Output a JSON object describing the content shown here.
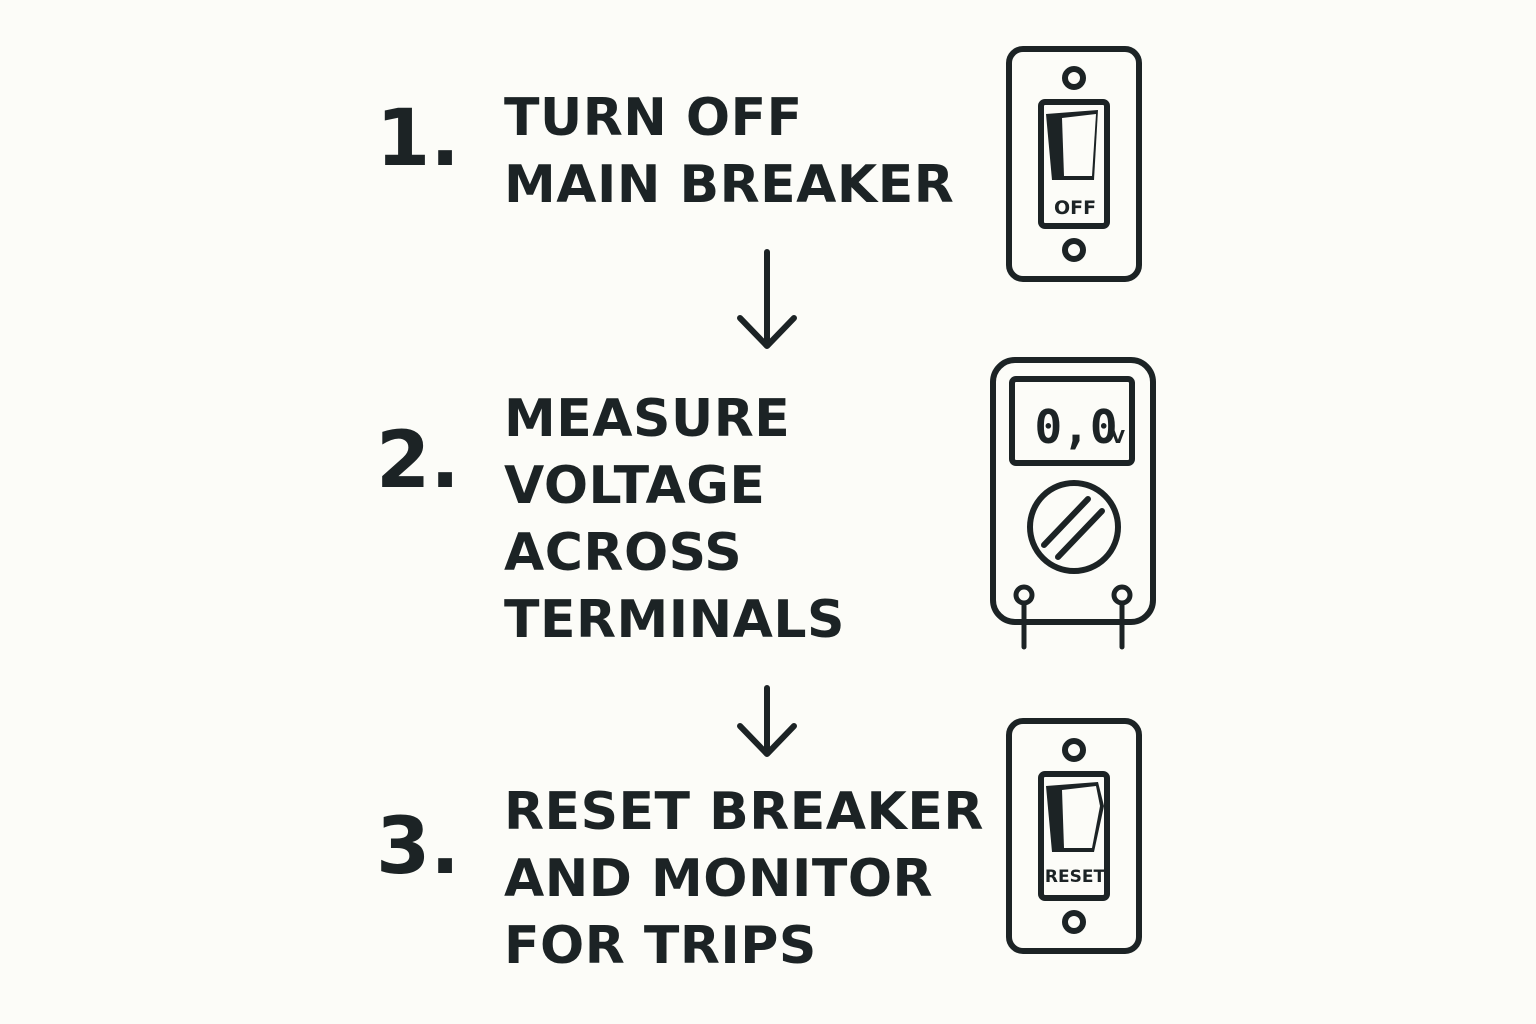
{
  "steps": [
    {
      "number": "1.",
      "lines": [
        "TURN OFF",
        "MAIN BREAKER"
      ],
      "icon": "breaker-switch-icon",
      "icon_label": "OFF"
    },
    {
      "number": "2.",
      "lines": [
        "MEASURE",
        "VOLTAGE",
        "ACROSS",
        "TERMINALS"
      ],
      "icon": "multimeter-icon",
      "icon_reading": "0,0",
      "icon_unit": "V"
    },
    {
      "number": "3.",
      "lines": [
        "RESET BREAKER",
        "AND MONITOR",
        "FOR TRIPS"
      ],
      "icon": "breaker-switch-icon",
      "icon_label": "RESET"
    }
  ],
  "colors": {
    "ink": "#1c2325",
    "background": "#fcfcf8"
  }
}
